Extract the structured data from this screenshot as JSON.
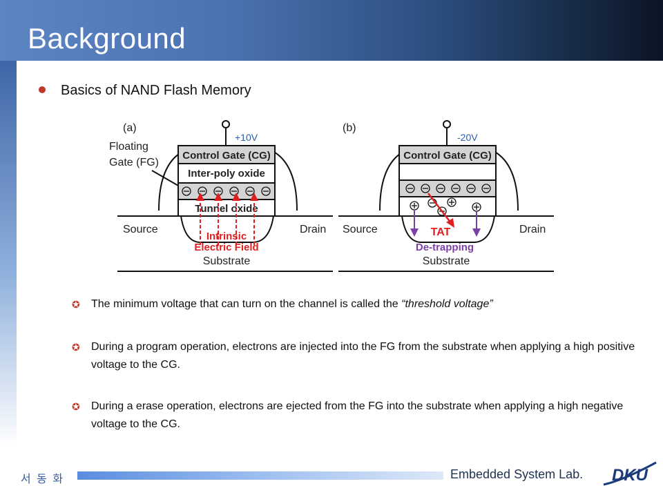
{
  "slide": {
    "title": "Background",
    "heading": "Basics of NAND Flash Memory",
    "bullets": [
      {
        "text": "The minimum voltage that can turn on the channel is called the",
        "italic": "“threshold voltage”"
      },
      {
        "text": "During a program operation, electrons are injected into the FG from the substrate when applying a high positive voltage to the CG."
      },
      {
        "text": "During a erase operation, electrons are ejected from the FG into the substrate when applying a high negative voltage to the CG."
      }
    ],
    "footer": {
      "lab": "Embedded System Lab.",
      "author": "서 동 화",
      "logo": "DKU"
    }
  },
  "diagram_a": {
    "panel": "(a)",
    "voltage": "+10V",
    "fg_label_line1": "Floating",
    "fg_label_line2": "Gate (FG)",
    "control_gate": "Control Gate (CG)",
    "inter_poly": "Inter-poly oxide",
    "tunnel": "Tunnel oxide",
    "source": "Source",
    "drain": "Drain",
    "field_line1": "Intrinsic",
    "field_line2": "Electric Field",
    "substrate": "Substrate"
  },
  "diagram_b": {
    "panel": "(b)",
    "voltage": "-20V",
    "control_gate": "Control Gate (CG)",
    "source": "Source",
    "drain": "Drain",
    "tat": "TAT",
    "detrap": "De-trapping",
    "substrate": "Substrate"
  },
  "colors": {
    "accent": "#c0392b",
    "red": "#e02020",
    "purple": "#7b3fa8",
    "volt": "#2a5db0",
    "gate_fill": "#d4d4d4"
  }
}
